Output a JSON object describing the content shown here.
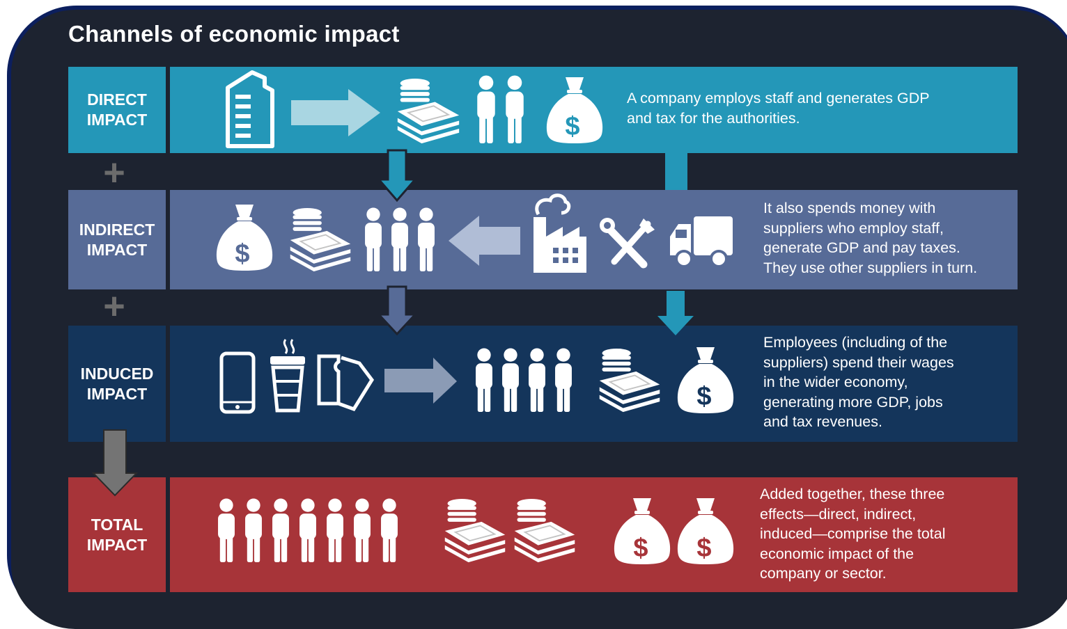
{
  "title": "Channels of economic impact",
  "colors": {
    "direct": "#2497b8",
    "indirect": "#576b97",
    "induced": "#14355b",
    "total": "#a73439",
    "background": "#1d2330",
    "frame": "#0c1f5e"
  },
  "rows": [
    {
      "label": "DIRECT\nIMPACT",
      "description": "A company employs staff and generates GDP\nand tax for the authorities.",
      "icons": [
        "office-building-icon",
        "arrow-right-icon",
        "coins-and-cash-icon",
        "two-people-icon",
        "money-bag-icon"
      ]
    },
    {
      "label": "INDIRECT\nIMPACT",
      "description": "It also spends money with\nsuppliers who employ staff,\ngenerate GDP and pay taxes.\nThey use other suppliers in turn.",
      "icons": [
        "money-bag-icon",
        "coins-and-cash-icon",
        "three-people-icon",
        "arrow-left-icon",
        "factory-icon",
        "tools-icon",
        "delivery-truck-icon"
      ]
    },
    {
      "label": "INDUCED\nIMPACT",
      "description": "Employees (including of the\nsuppliers) spend their wages\nin the wider economy,\ngenerating more GDP, jobs\nand tax revenues.",
      "icons": [
        "smartphone-icon",
        "coffee-cup-icon",
        "tickets-icon",
        "arrow-right-icon",
        "four-people-icon",
        "coins-and-cash-icon",
        "money-bag-icon"
      ]
    },
    {
      "label": "TOTAL\nIMPACT",
      "description": "Added together, these three\neffects—direct, indirect,\ninduced—comprise the total\neconomic impact of the\ncompany or sector.",
      "icons": [
        "seven-people-icon",
        "coins-and-cash-icon",
        "coins-and-cash-icon",
        "money-bag-icon",
        "money-bag-icon"
      ]
    }
  ],
  "connectors": [
    "plus-icon",
    "plus-icon",
    "down-arrow-icon"
  ],
  "plus_glyph": "+",
  "dollar_glyph": "$"
}
